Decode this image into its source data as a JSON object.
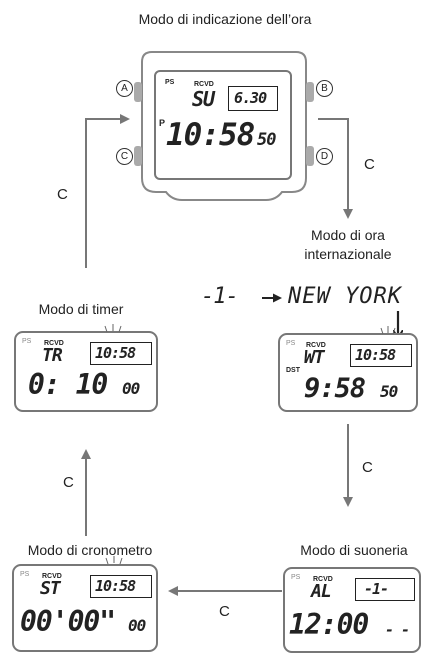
{
  "labels": {
    "timekeeping": "Modo di indicazione dell’ora",
    "world_time": "Modo di ora\ninternazionale",
    "timer": "Modo di timer",
    "stopwatch": "Modo di cronometro",
    "alarm": "Modo di suoneria"
  },
  "button_letters": {
    "a": "A",
    "b": "B",
    "c": "C",
    "d": "D"
  },
  "arrow_label": "C",
  "world_sequence": {
    "from": "-1-",
    "to": "NEW YORK"
  },
  "indicators": {
    "ps": "PS",
    "rcvd": "RCVD",
    "pm": "P",
    "dst": "DST"
  },
  "watch": {
    "day": "SU",
    "date": "6.30",
    "time": "10:58",
    "seconds": "50"
  },
  "world": {
    "mode": "WT",
    "home_time": "10:58",
    "time": "9:58",
    "seconds": "50"
  },
  "timer": {
    "mode": "TR",
    "home_time": "10:58",
    "time": "0: 10",
    "seconds": "00"
  },
  "stopwatch": {
    "mode": "ST",
    "home_time": "10:58",
    "time": "00'00\"",
    "hundredths": "00"
  },
  "alarm": {
    "mode": "AL",
    "number": "-1-",
    "time": "12:00",
    "suffix": "- -"
  }
}
